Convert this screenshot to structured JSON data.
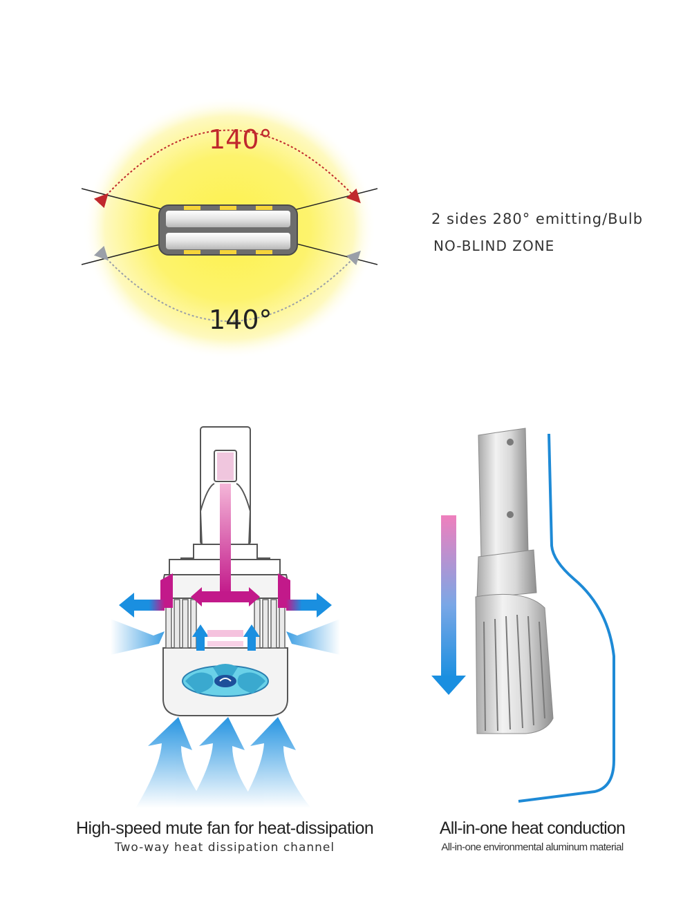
{
  "beam": {
    "top_angle": "140°",
    "bottom_angle": "140°",
    "glow_color": "#fff176",
    "top_arc_color": "#c0282d",
    "bottom_arc_color": "#9a9fa8"
  },
  "feature": {
    "line1": "2 sides 280° emitting/Bulb",
    "line2": "NO-BLIND ZONE"
  },
  "left_panel": {
    "title": "High-speed mute fan for heat-dissipation",
    "subtitle": "Two-way heat dissipation channel",
    "icons": [
      "led-bulb-icon",
      "fan-icon",
      "airflow-arrow-icon",
      "heat-flow-arrow-icon"
    ]
  },
  "right_panel": {
    "title": "All-in-one heat conduction",
    "subtitle": "All-in-one environmental aluminum material",
    "icons": [
      "aluminum-heatsink-icon",
      "heat-flow-arrow-icon"
    ],
    "accent_color": "#1e8ad6"
  }
}
